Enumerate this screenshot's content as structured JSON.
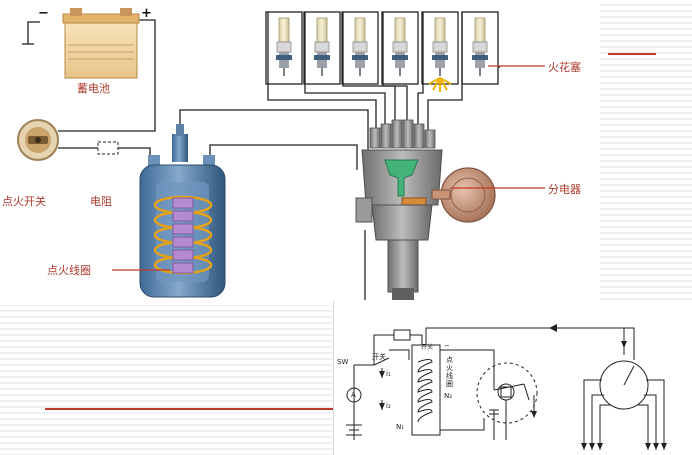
{
  "labels": {
    "battery": "蓄电池",
    "ignition_switch": "点火开关",
    "resistor": "电阻",
    "ignition_coil": "点火线圈",
    "spark_plug": "火花塞",
    "distributor": "分电器"
  },
  "terminals": {
    "negative": "−",
    "positive": "+"
  },
  "schematic": {
    "sw": "SW",
    "switch": "开关",
    "switch_small": "开关",
    "coil_vertical": "点火线圈",
    "ammeter": "A",
    "n1": "N₁",
    "n2": "N₂",
    "i1": "i₁",
    "i2": "i₂",
    "minus": "−"
  },
  "colors": {
    "label_red": "#b03a2e",
    "accent_red": "#c0392b",
    "wire": "#222222",
    "coil_blue": "#5b7fa6",
    "winding_gold": "#e3a21a",
    "battery_body": "#f4d9a6",
    "distributor_gray": "#8a8a8a",
    "distributor_green": "#43b37a",
    "vacuum_tan": "#c99378"
  },
  "icons": {
    "battery": "battery-icon",
    "ignition_switch": "ignition-switch-icon",
    "resistor": "resistor-icon",
    "coil": "ignition-coil-icon",
    "spark_plug": "spark-plug-icon",
    "distributor": "distributor-icon",
    "spark": "spark-icon"
  }
}
